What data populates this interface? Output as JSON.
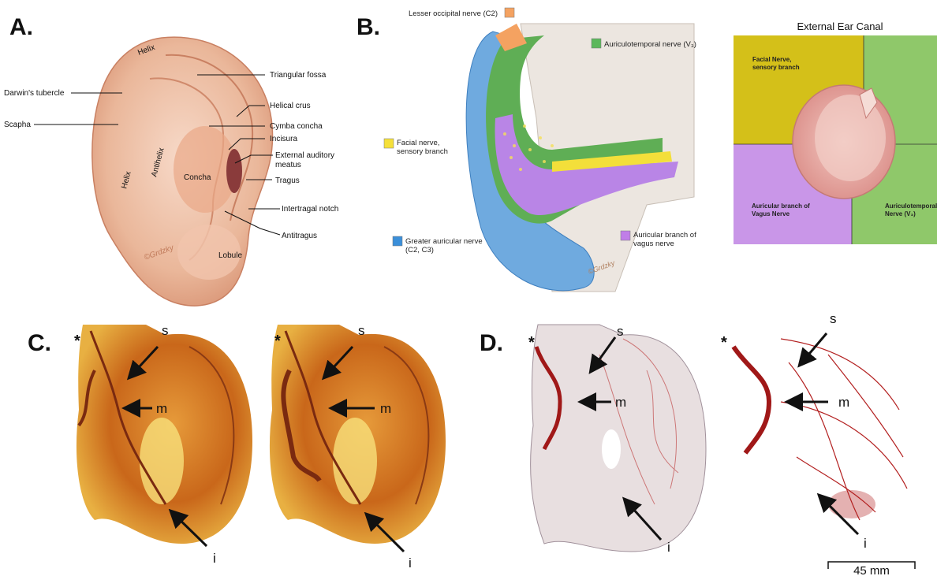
{
  "panels": {
    "a": {
      "letter": "A.",
      "labels": [
        "Helix",
        "Darwin's tubercle",
        "Scapha",
        "Helix",
        "Antihelix",
        "Concha",
        "Lobule",
        "Triangular fossa",
        "Helical crus",
        "Cymba concha",
        "Incisura",
        "External auditory meatus",
        "Tragus",
        "Intertragal notch",
        "Antitragus"
      ],
      "watermark": "©Grdzky"
    },
    "b": {
      "letter": "B.",
      "legend": [
        {
          "label": "Lesser occipital nerve (C2)",
          "color": "#f4a261"
        },
        {
          "label": "Auriculotemporal nerve (V₃)",
          "color": "#5cb85c"
        },
        {
          "label": "Facial nerve, sensory branch",
          "color": "#f5e03a"
        },
        {
          "label": "Greater auricular nerve (C2, C3)",
          "color": "#3b8fd9"
        },
        {
          "label": "Auricular branch of vagus nerve",
          "color": "#c07ee8"
        }
      ],
      "watermark": "©Grdzky"
    },
    "canal": {
      "title": "External Ear Canal",
      "regions": [
        {
          "label": "Facial Nerve, sensory branch",
          "color": "#d4c019"
        },
        {
          "label": "Auricular branch of Vagus Nerve",
          "color": "#c996e8"
        },
        {
          "label": "Auriculotemporal Nerve (V₃)",
          "color": "#8fc86a"
        }
      ]
    },
    "c": {
      "letter": "C.",
      "arrows": [
        "s",
        "m",
        "i"
      ],
      "star": "*"
    },
    "d": {
      "letter": "D.",
      "arrows": [
        "s",
        "m",
        "i"
      ],
      "star": "*",
      "scale_bar": "45 mm"
    }
  }
}
